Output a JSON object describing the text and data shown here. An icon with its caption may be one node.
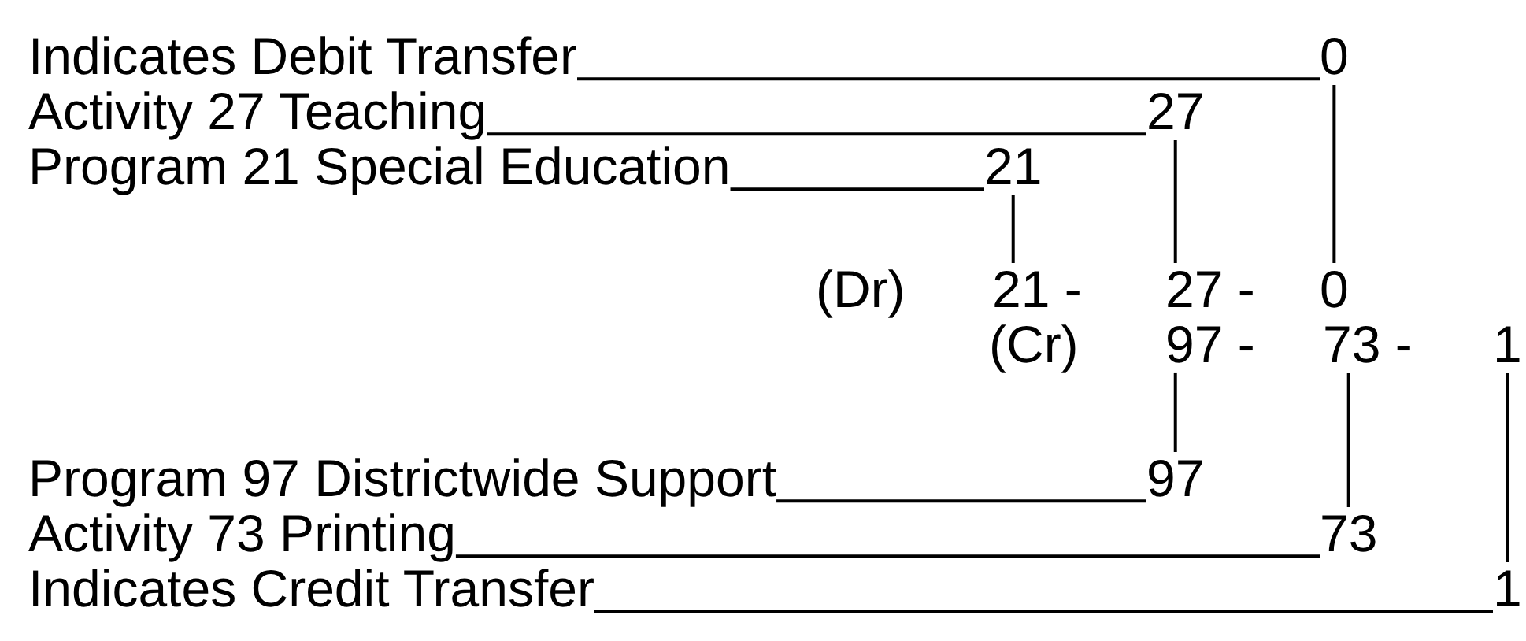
{
  "diagram": {
    "nodes": [
      {
        "text": [
          "Indicates Debit Transfer"
        ]
      },
      {
        "text": [
          "0"
        ]
      },
      {
        "text": [
          "Activity 27 Teaching"
        ]
      },
      {
        "text": [
          "27"
        ]
      },
      {
        "text": [
          "Program 21 Special Education"
        ]
      },
      {
        "text": [
          "21"
        ]
      },
      {
        "text": [
          "21 -"
        ]
      },
      {
        "text": [
          "27 -"
        ]
      },
      {
        "text": [
          "0"
        ]
      },
      {
        "text": [
          "97 -"
        ]
      },
      {
        "text": [
          "73 -"
        ]
      },
      {
        "text": [
          "1"
        ]
      },
      {
        "text": [
          "Program 97 Districtwide Support"
        ]
      },
      {
        "text": [
          "97"
        ]
      },
      {
        "text": [
          "Activity 73 Printing"
        ]
      },
      {
        "text": [
          "73"
        ]
      },
      {
        "text": [
          "Indicates Credit Transfer"
        ]
      },
      {
        "text": [
          "1"
        ]
      }
    ],
    "edges": [
      {
        "from": 0,
        "to": 1,
        "arrow": "none"
      },
      {
        "from": 2,
        "to": 3,
        "arrow": "none"
      },
      {
        "from": 4,
        "to": 5,
        "arrow": "none"
      },
      {
        "from": 5,
        "to": 6,
        "arrow": "none"
      },
      {
        "from": 3,
        "to": 7,
        "arrow": "none"
      },
      {
        "from": 1,
        "to": 8,
        "arrow": "none"
      },
      {
        "from": 9,
        "to": 13,
        "arrow": "none"
      },
      {
        "from": 10,
        "to": 15,
        "arrow": "none"
      },
      {
        "from": 11,
        "to": 17,
        "arrow": "none"
      },
      {
        "from": 12,
        "to": 13,
        "arrow": "none"
      },
      {
        "from": 14,
        "to": 15,
        "arrow": "none"
      },
      {
        "from": 16,
        "to": 17,
        "arrow": "none"
      }
    ],
    "labels": [
      "(Dr)",
      "(Cr)"
    ]
  }
}
